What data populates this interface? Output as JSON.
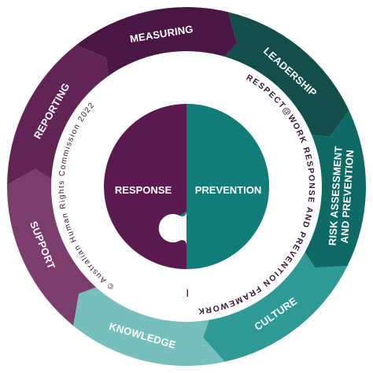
{
  "segments": [
    {
      "label": "MEASURING",
      "color": "#4a1744"
    },
    {
      "label": "LEADERSHIP",
      "color": "#134d4c"
    },
    {
      "label": "RISK ASSESSMENT",
      "label2": "AND PREVENTION",
      "color": "#0f6a66"
    },
    {
      "label": "CULTURE",
      "color": "#2f9995"
    },
    {
      "label": "KNOWLEDGE",
      "color": "#77bfbd"
    },
    {
      "label": "SUPPORT",
      "color": "#7c3d6d"
    },
    {
      "label": "REPORTING",
      "color": "#612455"
    }
  ],
  "ring": {
    "framework_text": "RESPECT@WORK RESPONSE AND PREVENTION FRAMEWORK",
    "separator": "|",
    "copyright_text": "© Australian Human Rights Commission 2022"
  },
  "center": {
    "left_label": "RESPONSE",
    "right_label": "PREVENTION",
    "left_color": "#5b1a4f",
    "right_color": "#127d78"
  }
}
